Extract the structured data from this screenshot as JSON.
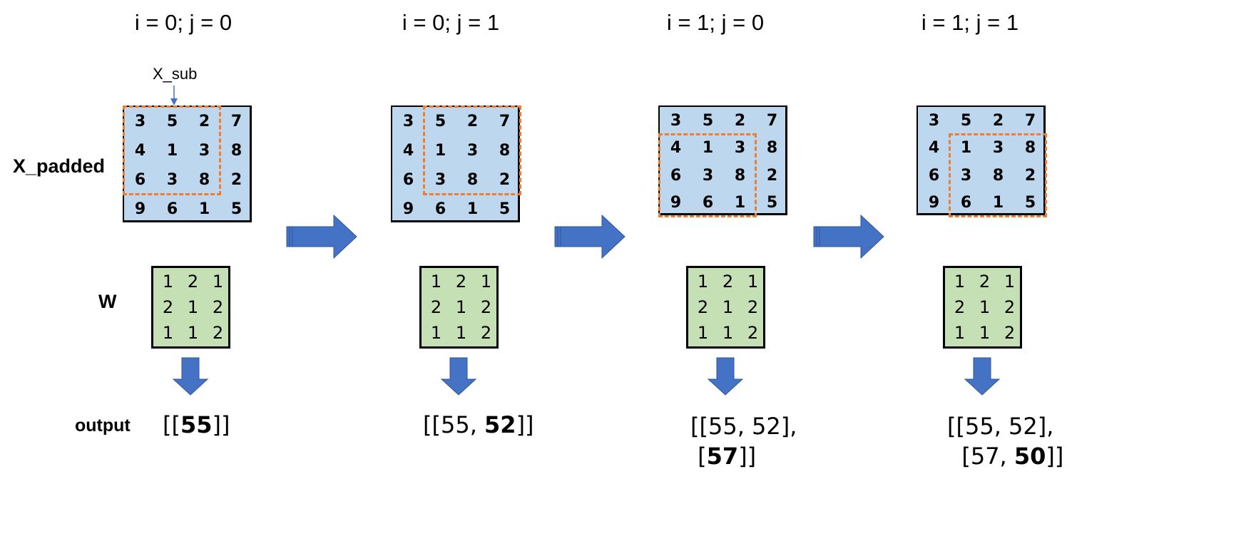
{
  "labels": {
    "x_padded": "X_padded",
    "w": "W",
    "output": "output",
    "x_sub": "X_sub"
  },
  "colors": {
    "x_fill": "#bdd7ee",
    "w_fill": "#c5e0b4",
    "window_outline": "#ed7d31",
    "arrow": "#4472c4"
  },
  "x_padded": [
    [
      3,
      5,
      2,
      7
    ],
    [
      4,
      1,
      3,
      8
    ],
    [
      6,
      3,
      8,
      2
    ],
    [
      9,
      6,
      1,
      5
    ]
  ],
  "w": [
    [
      1,
      2,
      1
    ],
    [
      2,
      1,
      2
    ],
    [
      1,
      1,
      2
    ]
  ],
  "steps": [
    {
      "title": "i = 0; j = 0",
      "i": 0,
      "j": 0,
      "output_lines": [
        [
          {
            "t": "[["
          },
          {
            "t": "55",
            "b": true
          },
          {
            "t": "]]"
          }
        ]
      ]
    },
    {
      "title": "i = 0; j = 1",
      "i": 0,
      "j": 1,
      "output_lines": [
        [
          {
            "t": "[[55, "
          },
          {
            "t": "52",
            "b": true
          },
          {
            "t": "]]"
          }
        ]
      ]
    },
    {
      "title": "i = 1; j = 0",
      "i": 1,
      "j": 0,
      "output_lines": [
        [
          {
            "t": "[[55, 52],"
          }
        ],
        [
          {
            "t": " ["
          },
          {
            "t": "57",
            "b": true
          },
          {
            "t": "]]"
          }
        ]
      ]
    },
    {
      "title": "i = 1; j = 1",
      "i": 1,
      "j": 1,
      "output_lines": [
        [
          {
            "t": "[[55, 52],"
          }
        ],
        [
          {
            "t": "  [57, "
          },
          {
            "t": "50",
            "b": true
          },
          {
            "t": "]]"
          }
        ]
      ]
    }
  ]
}
